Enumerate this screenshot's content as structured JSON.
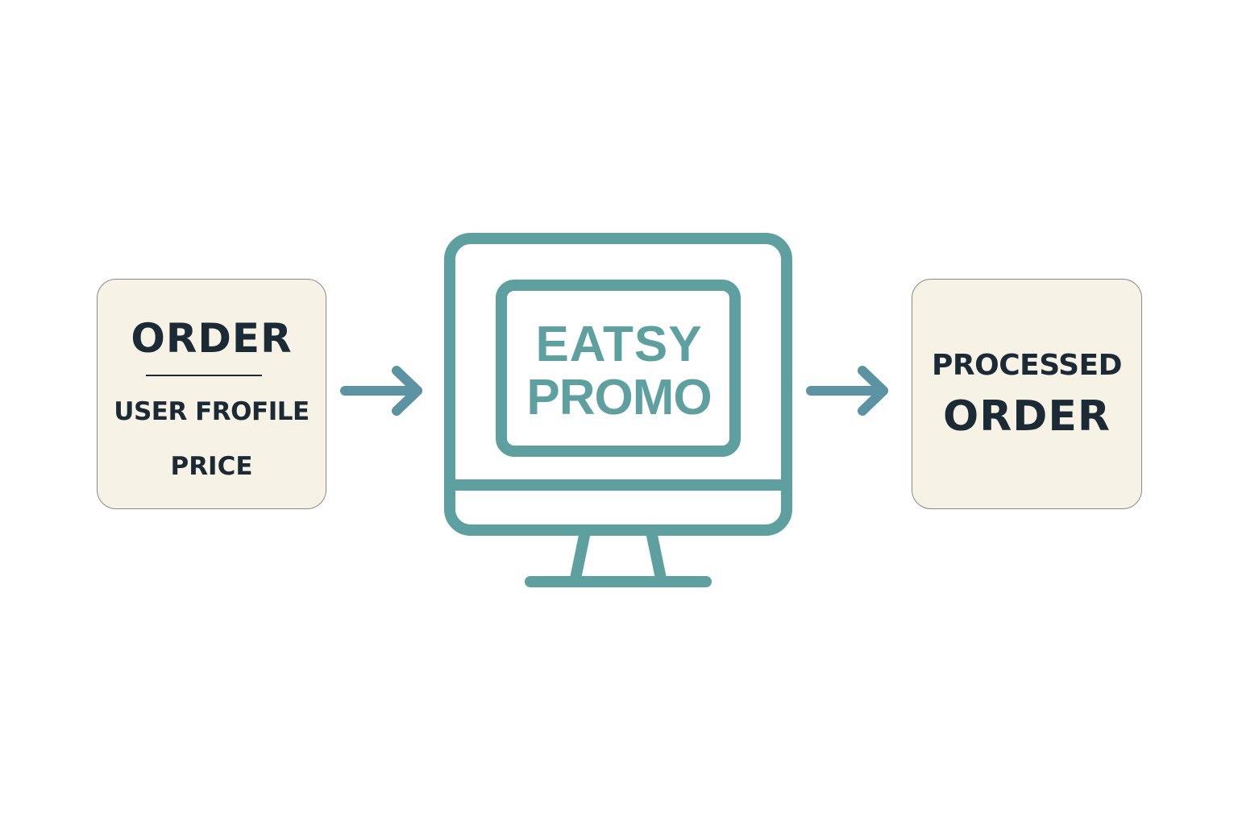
{
  "colors": {
    "accent": "#5e9fa0",
    "arrow": "#5b93a3",
    "box_fill": "#f6f2e6",
    "text_dark": "#1c2a36"
  },
  "input_box": {
    "title": "ORDER",
    "items": [
      "USER FROFILE",
      "PRICE"
    ]
  },
  "center": {
    "icon": "monitor-icon",
    "line1": "EATSY",
    "line2": "PROMO"
  },
  "output_box": {
    "line1": "PROCESSED",
    "line2": "ORDER"
  },
  "arrows": [
    "arrow-right-icon",
    "arrow-right-icon"
  ]
}
